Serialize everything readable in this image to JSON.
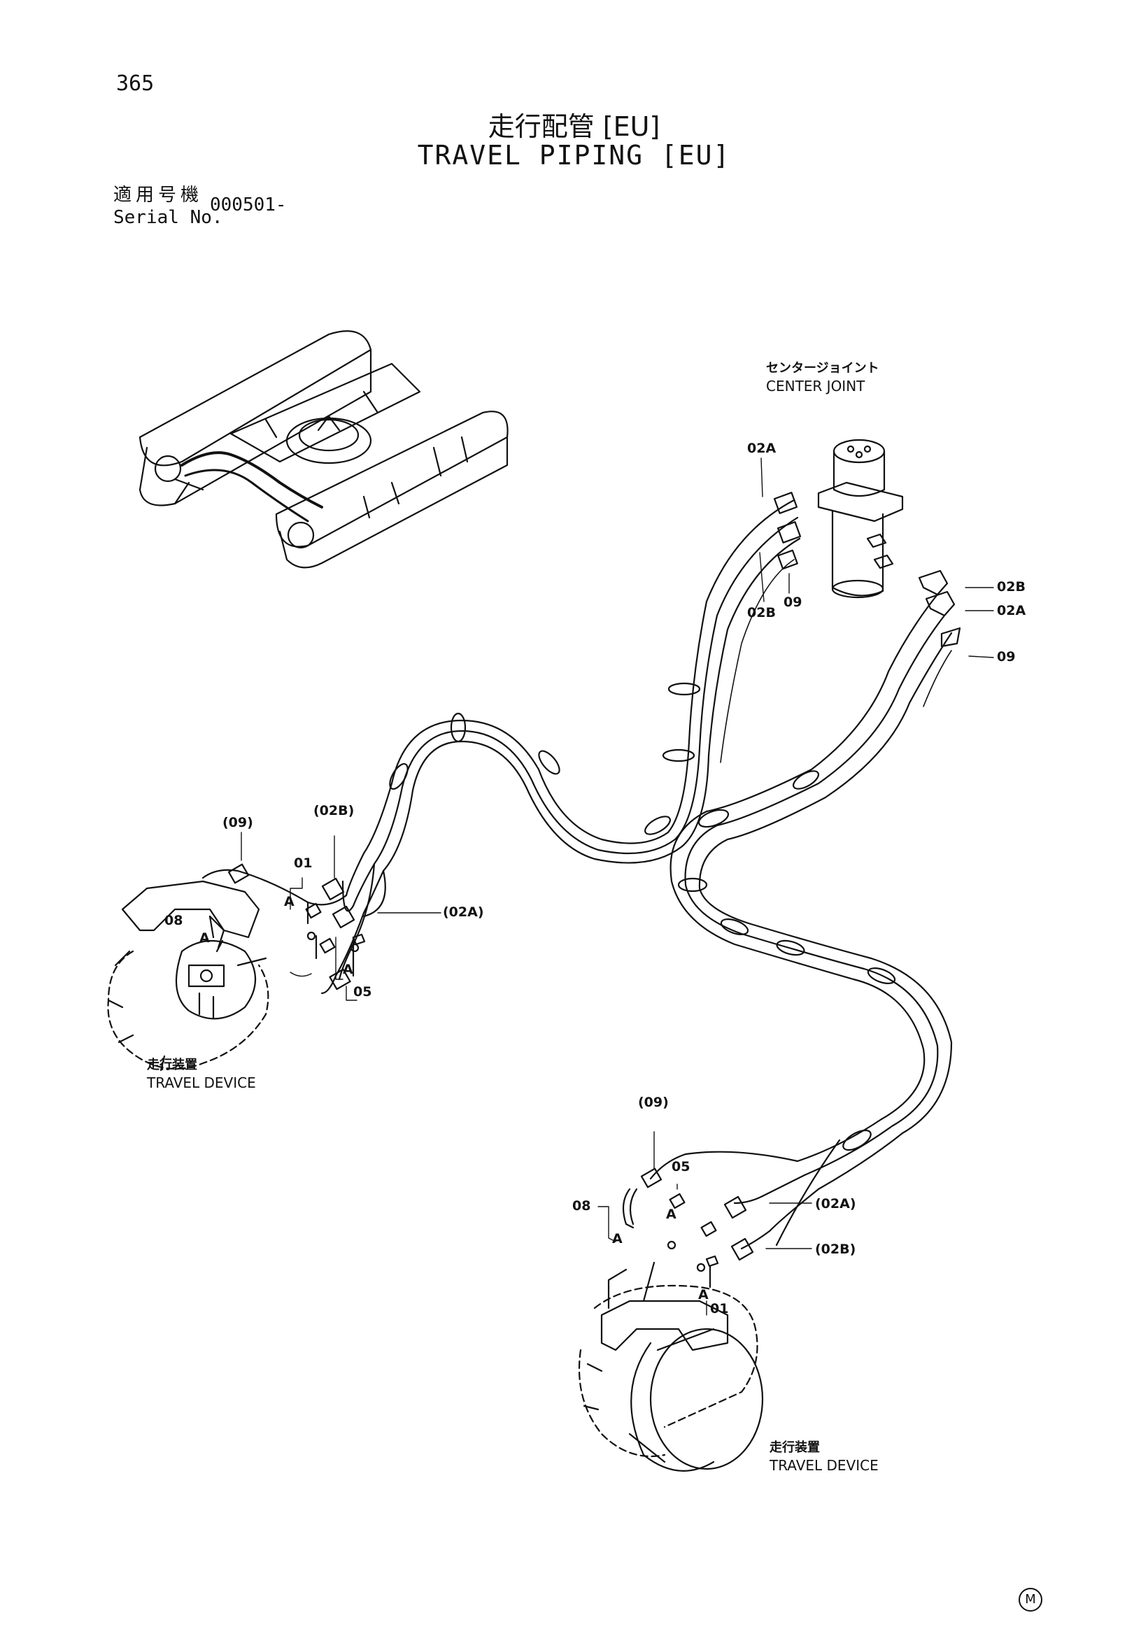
{
  "header": {
    "page_number": "365",
    "title_jp": "走行配管 [EU]",
    "title_en": "TRAVEL PIPING [EU]",
    "serial_label_jp": "適用号機",
    "serial_label_en": "Serial No.",
    "serial_value": "000501-"
  },
  "captions": {
    "center_joint_jp": "センタージョイント",
    "center_joint_en": "CENTER JOINT",
    "travel_device_left_jp": "走行装置",
    "travel_device_left_en": "TRAVEL DEVICE",
    "travel_device_right_jp": "走行装置",
    "travel_device_right_en": "TRAVEL DEVICE"
  },
  "callouts": {
    "cj_02a_top": "02A",
    "cj_02b_bottom": "02B",
    "cj_09_bottom": "09",
    "cj_02b_right": "02B",
    "cj_02a_right": "02A",
    "cj_09_right": "09",
    "left_09": "(09)",
    "left_02b": "(02B)",
    "left_01": "01",
    "left_a_upper": "A",
    "left_08": "08",
    "left_a_mid": "A",
    "left_02a": "(02A)",
    "left_a_lower": "A",
    "left_05": "05",
    "right_09": "(09)",
    "right_05": "05",
    "right_08": "08",
    "right_a_left": "A",
    "right_a_mid": "A",
    "right_02a": "(02A)",
    "right_02b": "(02B)",
    "right_a_lower": "A",
    "right_01": "01"
  },
  "footer": {
    "mark": "M"
  }
}
